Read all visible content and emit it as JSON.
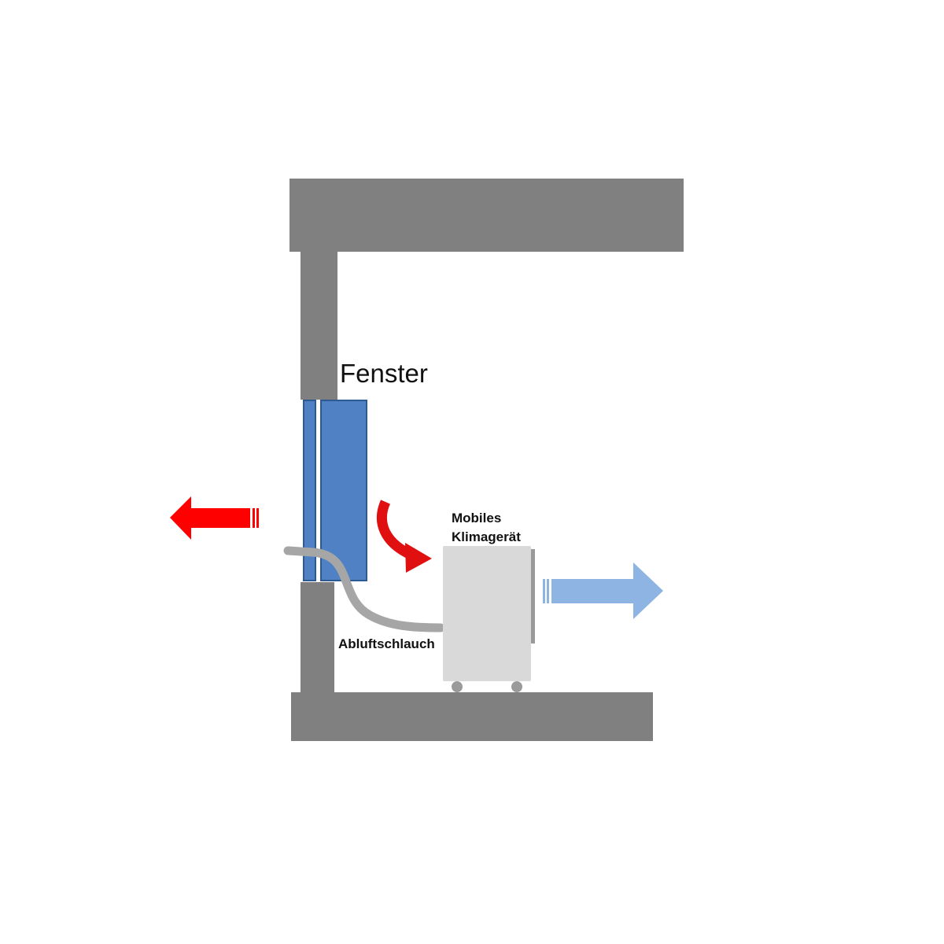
{
  "labels": {
    "window": "Fenster",
    "unit_line1": "Mobiles",
    "unit_line2": "Klimagerät",
    "hose": "Abluftschlauch"
  },
  "colors": {
    "wall": "#808080",
    "window_glass": "#4f81c4",
    "window_border": "#2e5a94",
    "hot_arrow": "#ff0000",
    "hot_curve": "#e01010",
    "cool_arrow": "#8db4e2",
    "unit_body": "#d9d9d9",
    "unit_edge": "#9a9a9a",
    "hose": "#a6a6a6"
  }
}
